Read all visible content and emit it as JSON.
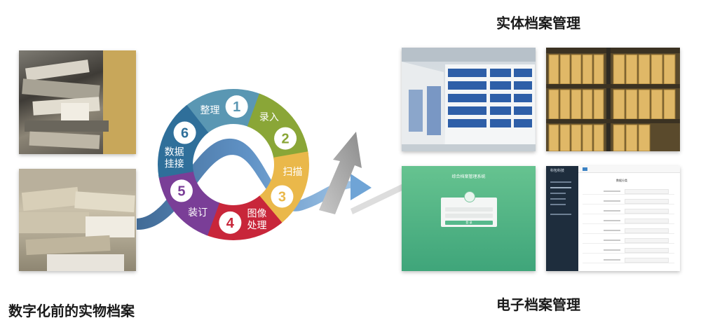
{
  "captions": {
    "before": "数字化前的实物档案",
    "physical": "实体档案管理",
    "electronic": "电子档案管理"
  },
  "cycle": {
    "steps": [
      {
        "num": "1",
        "label": "整理",
        "color": "#5a97b3"
      },
      {
        "num": "2",
        "label": "录入",
        "color": "#8aa637"
      },
      {
        "num": "3",
        "label": "扫描",
        "color": "#eab84a"
      },
      {
        "num": "4",
        "label": "图像\n处理",
        "color": "#c8263a"
      },
      {
        "num": "5",
        "label": "装订",
        "color": "#7a3e97"
      },
      {
        "num": "6",
        "label": "数据\n挂接",
        "color": "#2f6f9a"
      }
    ]
  },
  "login_ui": {
    "title": "综合档案管理系统",
    "button": "登 录"
  },
  "admin_ui": {
    "brand": "科包科技",
    "section": "数据分类"
  }
}
